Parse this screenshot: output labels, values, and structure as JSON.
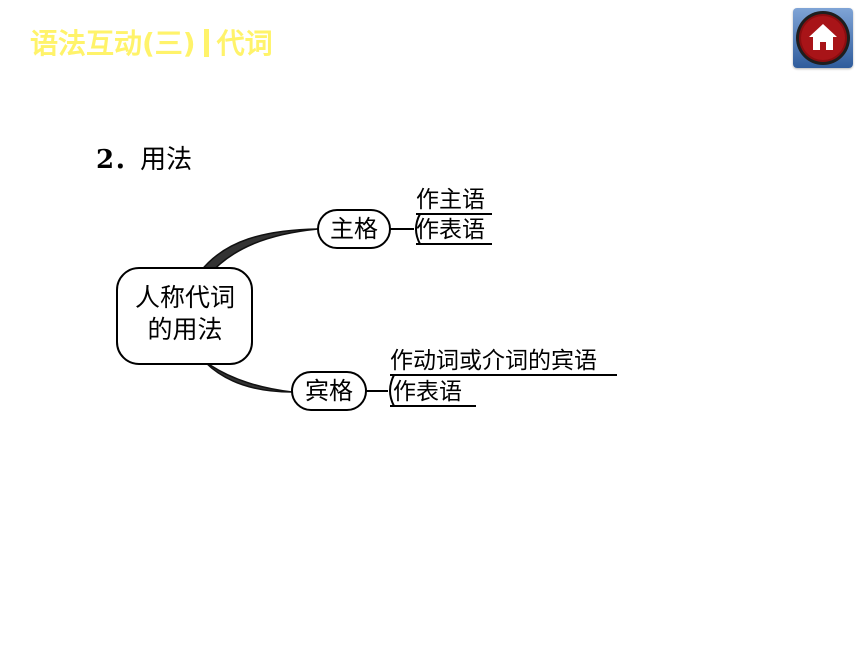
{
  "header": {
    "title_main": "语法互动(三)",
    "title_topic": "代词",
    "title_color": "#fff36a"
  },
  "home_button": {
    "icon": "home-icon",
    "bg_color": "#2f5c9c",
    "ring_color": "#8b0d10"
  },
  "section": {
    "number": "2．",
    "title": "用法"
  },
  "diagram": {
    "root": {
      "line1": "人称代词",
      "line2": "的用法"
    },
    "branches": [
      {
        "label": "主格",
        "leaves": [
          "作主语",
          "作表语"
        ]
      },
      {
        "label": "宾格",
        "leaves": [
          "作动词或介词的宾语",
          "作表语"
        ]
      }
    ]
  }
}
